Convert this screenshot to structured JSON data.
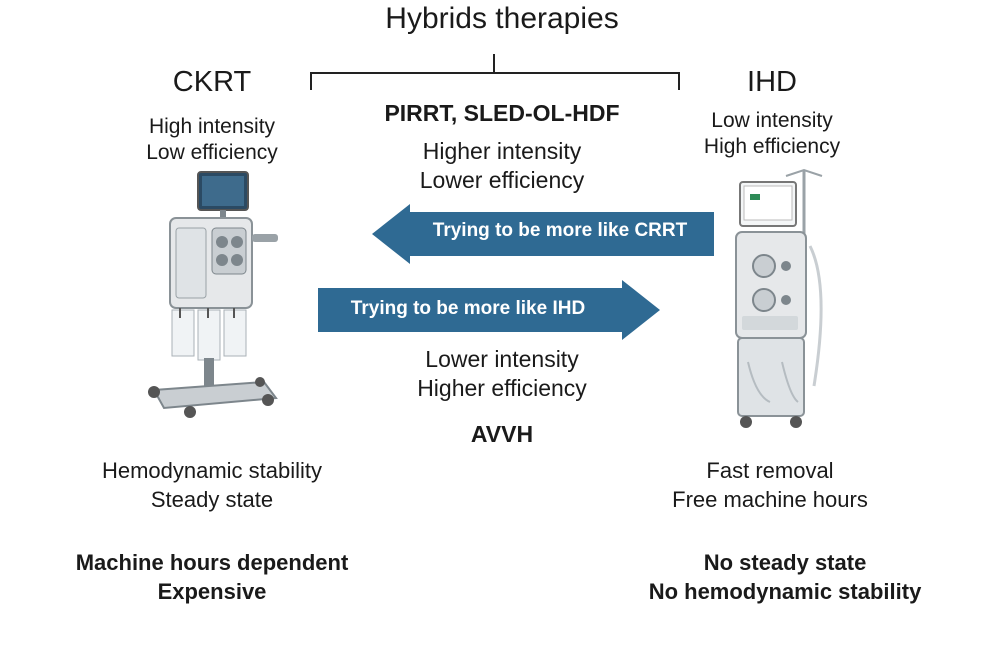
{
  "title": "Hybrids therapies",
  "left": {
    "heading": "CKRT",
    "line1": "High intensity",
    "line2": "Low efficiency",
    "pro1": "Hemodynamic stability",
    "pro2": "Steady state",
    "con1": "Machine hours dependent",
    "con2": "Expensive"
  },
  "center": {
    "hybrid_top": "PIRRT, SLED-OL-HDF",
    "top_line1": "Higher intensity",
    "top_line2": "Lower efficiency",
    "arrow_left_label": "Trying to be more like CRRT",
    "arrow_right_label": "Trying to be more like IHD",
    "bottom_line1": "Lower intensity",
    "bottom_line2": "Higher efficiency",
    "hybrid_bottom": "AVVH"
  },
  "right": {
    "heading": "IHD",
    "line1": "Low intensity",
    "line2": "High efficiency",
    "pro1": "Fast removal",
    "pro2": "Free machine hours",
    "con1": "No steady state",
    "con2": "No hemodynamic stability"
  },
  "colors": {
    "arrow": "#2f6a93",
    "machine_body": "#e6e8ea",
    "machine_dark": "#7d868c",
    "screen": "#2b4a63"
  }
}
